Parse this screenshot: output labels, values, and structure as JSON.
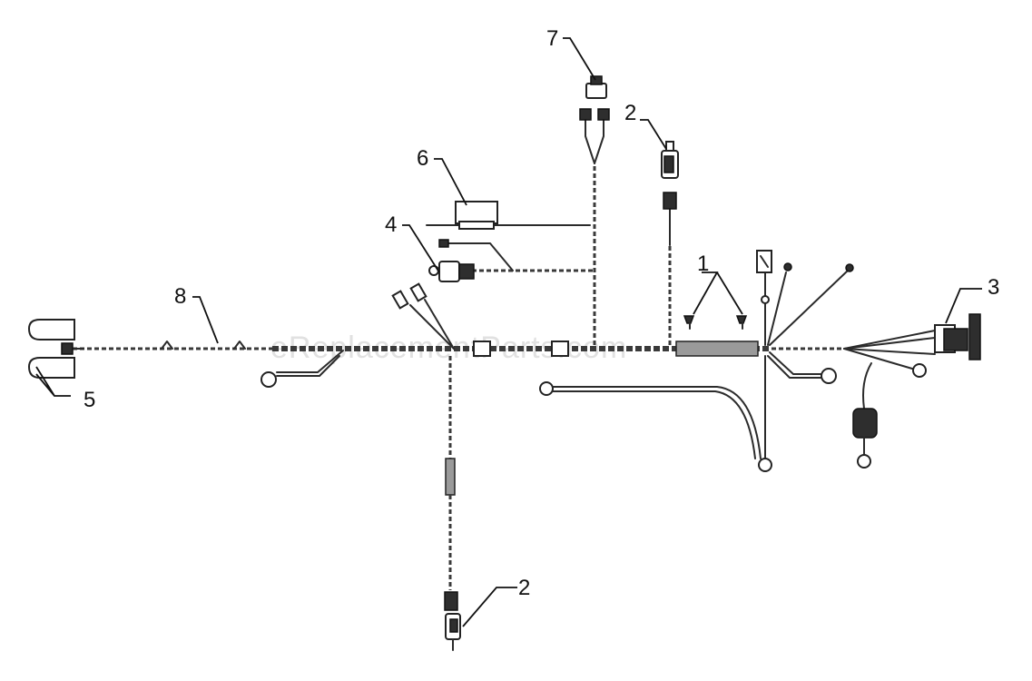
{
  "watermark": "eReplacementParts.com",
  "callouts": {
    "c1": "1",
    "c2_top": "2",
    "c2_bottom": "2",
    "c3": "3",
    "c4": "4",
    "c5": "5",
    "c6": "6",
    "c7": "7",
    "c8": "8"
  }
}
